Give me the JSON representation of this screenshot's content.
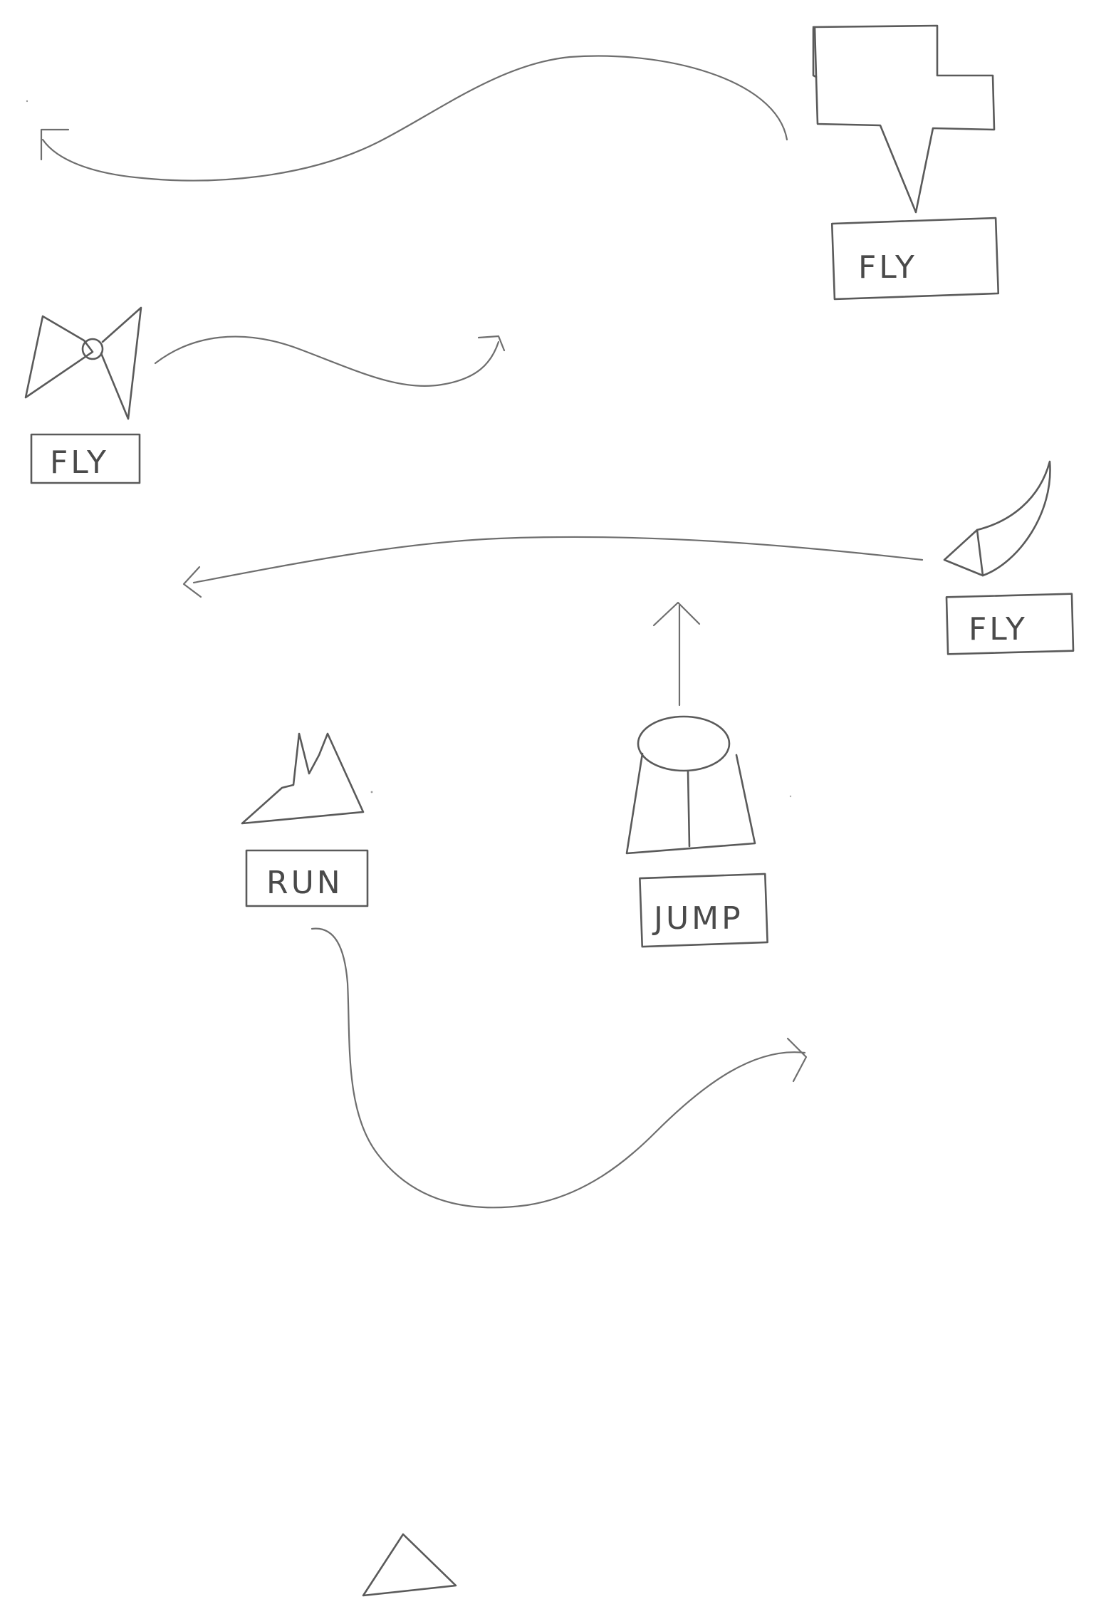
{
  "diagram": {
    "nodes": [
      {
        "id": "fly-top-right",
        "icon": "plus-shape-icon",
        "label": "FLY"
      },
      {
        "id": "fly-left",
        "icon": "bowtie-icon",
        "label": "FLY"
      },
      {
        "id": "fly-right",
        "icon": "crescent-horn-icon",
        "label": "FLY"
      },
      {
        "id": "run",
        "icon": "double-peak-icon",
        "label": "RUN"
      },
      {
        "id": "jump",
        "icon": "trapezoid-cap-icon",
        "label": "JUMP"
      },
      {
        "id": "start",
        "icon": "triangle-icon",
        "label": ""
      }
    ],
    "arrows": [
      {
        "id": "arrow-from-top-fly",
        "from": "fly-top-right",
        "direction": "left"
      },
      {
        "id": "arrow-from-left-fly",
        "from": "fly-left",
        "direction": "right"
      },
      {
        "id": "arrow-from-right-fly",
        "from": "fly-right",
        "direction": "left"
      },
      {
        "id": "arrow-from-jump",
        "from": "jump",
        "direction": "up"
      },
      {
        "id": "arrow-from-run",
        "from": "run",
        "direction": "right"
      }
    ]
  },
  "colors": {
    "ink": "#5a5a5a",
    "paper": "#ffffff"
  }
}
